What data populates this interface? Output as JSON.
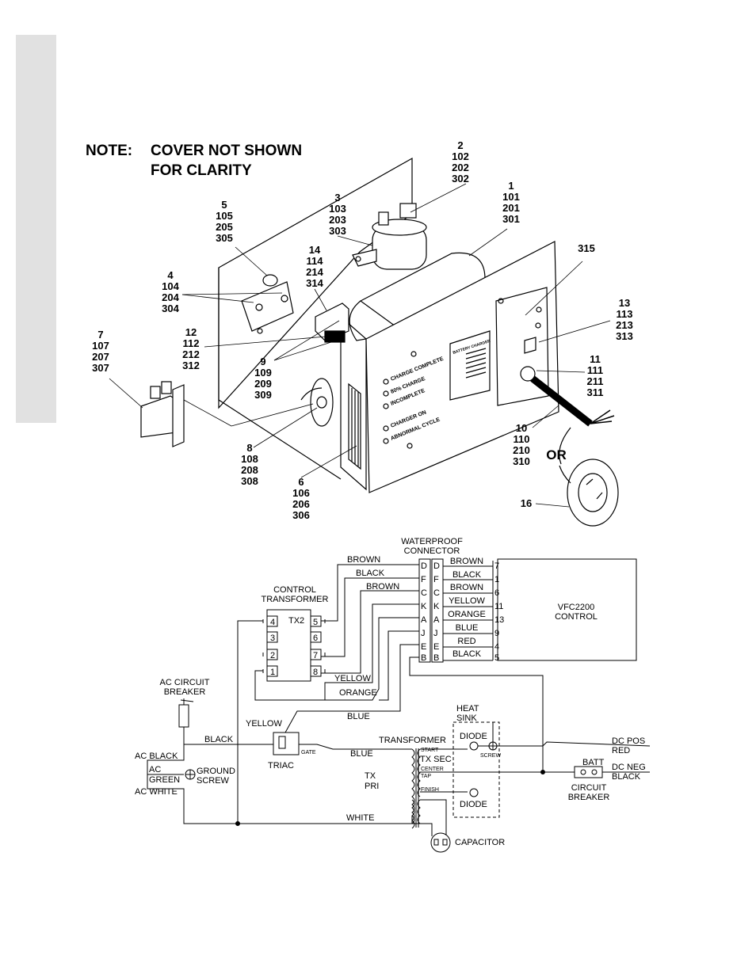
{
  "note": {
    "label": "NOTE:",
    "line1": "COVER NOT SHOWN",
    "line2": "FOR CLARITY"
  },
  "callouts": {
    "c1": [
      "1",
      "101",
      "201",
      "301"
    ],
    "c2": [
      "2",
      "102",
      "202",
      "302"
    ],
    "c3": [
      "3",
      "103",
      "203",
      "303"
    ],
    "c4": [
      "4",
      "104",
      "204",
      "304"
    ],
    "c5": [
      "5",
      "105",
      "205",
      "305"
    ],
    "c6": [
      "6",
      "106",
      "206",
      "306"
    ],
    "c7": [
      "7",
      "107",
      "207",
      "307"
    ],
    "c8": [
      "8",
      "108",
      "208",
      "308"
    ],
    "c9": [
      "9",
      "109",
      "209",
      "309"
    ],
    "c10": [
      "10",
      "110",
      "210",
      "310"
    ],
    "c11": [
      "11",
      "111",
      "211",
      "311"
    ],
    "c12": [
      "12",
      "112",
      "212",
      "312"
    ],
    "c13": [
      "13",
      "113",
      "213",
      "313"
    ],
    "c14": [
      "14",
      "114",
      "214",
      "314"
    ],
    "c15": "315",
    "c16": "16",
    "or": "OR"
  },
  "panel": {
    "indicators": [
      "CHARGE COMPLETE",
      "80% CHARGE",
      "INCOMPLETE",
      "CHARGER ON",
      "ABNORMAL CYCLE"
    ],
    "plate": "BATTERY CHARGER"
  },
  "schematic": {
    "waterproof_connector": [
      "WATERPROOF",
      "CONNECTOR"
    ],
    "control_transformer": [
      "CONTROL",
      "TRANSFORMER"
    ],
    "tx2": "TX2",
    "tx2_pins_left": [
      "4",
      "3",
      "2",
      "1"
    ],
    "tx2_pins_right": [
      "5",
      "6",
      "7",
      "8"
    ],
    "conn_left": [
      "D",
      "F",
      "C",
      "K",
      "A",
      "J",
      "E",
      "B"
    ],
    "conn_right": [
      "D",
      "F",
      "C",
      "K",
      "A",
      "J",
      "E",
      "B"
    ],
    "wire_colors": [
      "BROWN",
      "BLACK",
      "BROWN",
      "YELLOW",
      "ORANGE",
      "BLUE",
      "RED",
      "BLACK"
    ],
    "pins_out": [
      "7",
      "1",
      "6",
      "11",
      "13",
      "9",
      "4",
      "5"
    ],
    "left_wires": [
      "BROWN",
      "BLACK",
      "BROWN"
    ],
    "lbl_yellow": "YELLOW",
    "lbl_orange": "ORANGE",
    "lbl_blue": "BLUE",
    "lbl_yellow2": "YELLOW",
    "lbl_black": "BLACK",
    "lbl_blue2": "BLUE",
    "lbl_white": "WHITE",
    "vfc": [
      "VFC2200",
      "CONTROL"
    ],
    "ac_breaker": [
      "AC CIRCUIT",
      "BREAKER"
    ],
    "ac_black": "AC BLACK",
    "ac_green": [
      "AC",
      "GREEN"
    ],
    "ac_white": "AC WHITE",
    "ground_screw": [
      "GROUND",
      "SCREW"
    ],
    "triac": "TRIAC",
    "gate": "GATE",
    "transformer": "TRANSFORMER",
    "tx_sec": "TX SEC",
    "start": "START",
    "center": "CENTER",
    "tap": "TAP",
    "finish": "FINISH",
    "tx_pri": [
      "TX",
      "PRI"
    ],
    "heat_sink": [
      "HEAT",
      "SINK"
    ],
    "diode": "DIODE",
    "screw": "SCREW",
    "dc_pos": [
      "DC POS",
      "RED"
    ],
    "dc_neg": [
      "DC NEG",
      "BLACK"
    ],
    "batt": "BATT",
    "batt_breaker": [
      "CIRCUIT",
      "BREAKER"
    ],
    "capacitor": "CAPACITOR"
  }
}
